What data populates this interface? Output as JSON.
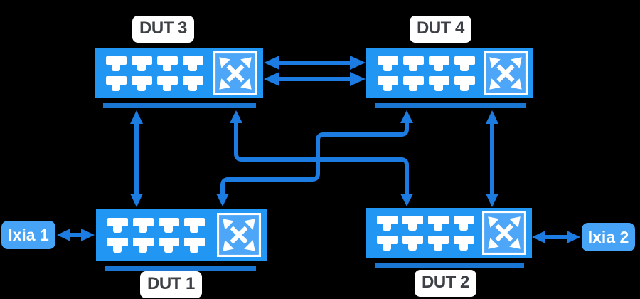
{
  "colors": {
    "background": "#000000",
    "device_fill": "#2196f3",
    "device_bar": "#1976d2",
    "panel_fill": "#4da6f8",
    "connector": "#1c7ce2",
    "label_bg": "#ffffff",
    "label_text": "#3d4045",
    "ixia_fill": "#47a3f6",
    "ixia_text": "#ffffff",
    "port_fill": "#ffffff"
  },
  "ports_per_device": 8,
  "devices": [
    {
      "id": "dut-3",
      "label": "DUT 3"
    },
    {
      "id": "dut-4",
      "label": "DUT 4"
    },
    {
      "id": "dut-1",
      "label": "DUT 1"
    },
    {
      "id": "dut-2",
      "label": "DUT 2"
    }
  ],
  "traffic_generators": [
    {
      "id": "ixia-1",
      "label": "Ixia 1"
    },
    {
      "id": "ixia-2",
      "label": "Ixia 2"
    }
  ],
  "links": [
    {
      "from": "DUT 3",
      "to": "DUT 4",
      "style": "bidirectional",
      "count": 2
    },
    {
      "from": "DUT 3",
      "to": "DUT 1",
      "style": "bidirectional",
      "count": 1
    },
    {
      "from": "DUT 4",
      "to": "DUT 2",
      "style": "bidirectional",
      "count": 1
    },
    {
      "from": "DUT 3",
      "to": "DUT 2",
      "style": "bidirectional",
      "count": 1
    },
    {
      "from": "DUT 4",
      "to": "DUT 1",
      "style": "bidirectional",
      "count": 1
    },
    {
      "from": "Ixia 1",
      "to": "DUT 1",
      "style": "bidirectional",
      "count": 1
    },
    {
      "from": "Ixia 2",
      "to": "DUT 2",
      "style": "bidirectional",
      "count": 1
    }
  ]
}
